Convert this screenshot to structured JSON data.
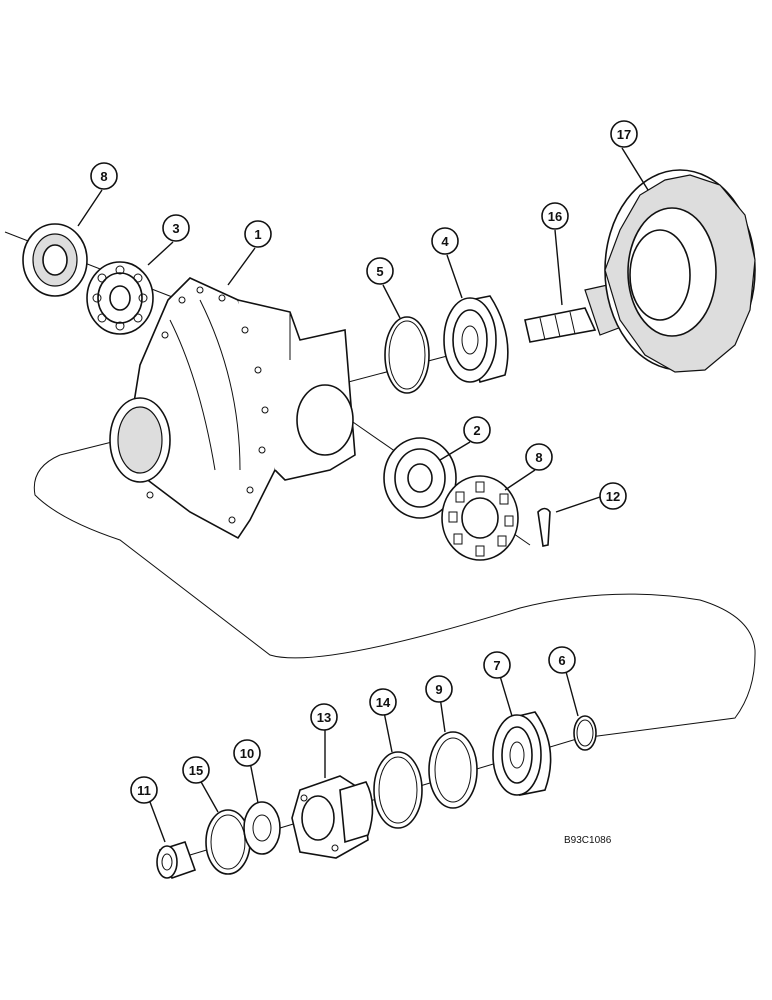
{
  "diagram": {
    "reference_code": "B93C1086",
    "callouts": [
      "8",
      "3",
      "1",
      "5",
      "4",
      "16",
      "17",
      "2",
      "8",
      "12",
      "11",
      "15",
      "10",
      "13",
      "14",
      "9",
      "7",
      "6"
    ]
  }
}
